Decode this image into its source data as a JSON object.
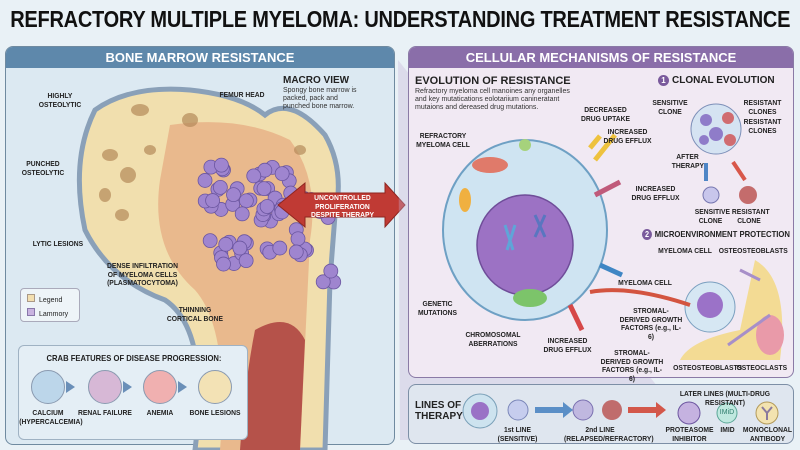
{
  "title": "REFRACTORY MULTIPLE MYELOMA: UNDERSTANDING TREATMENT RESISTANCE",
  "left": {
    "header": "BONE MARROW RESISTANCE",
    "macro_title": "MACRO VIEW",
    "macro_desc": "Spongy bone marrow is packed, pack and punched bone marrow.",
    "labels": {
      "highly": "HIGHLY OSTEOLYTIC",
      "femur": "FEMUR HEAD",
      "punched": "PUNCHED OSTEOLYTIC",
      "lytic": "LYTIC LESIONS",
      "dense": "DENSE INFILTRATION OF MYELOMA CELLS (PLASMATOCYTOMA)",
      "thinning": "THINNING CORTICAL BONE"
    },
    "arrow": "UNCONTROLLED PROLIFERATION DESPITE THERAPY",
    "legend": [
      {
        "label": "Legend",
        "color": "#f3dfb0"
      },
      {
        "label": "Lammory",
        "color": "#c9b3e0"
      }
    ],
    "crab": {
      "title": "CRAB FEATURES OF DISEASE PROGRESSION:",
      "items": [
        {
          "label": "CALCIUM (HYPERCALCEMIA)",
          "color": "#bcd6ea"
        },
        {
          "label": "RENAL FAILURE",
          "color": "#d7b8d6"
        },
        {
          "label": "ANEMIA",
          "color": "#f0b0b0"
        },
        {
          "label": "BONE LESIONS",
          "color": "#f3e2b5"
        }
      ]
    }
  },
  "right": {
    "header": "CELLULAR MECHANISMS OF RESISTANCE",
    "evo_title": "EVOLUTION OF RESISTANCE",
    "evo_desc": "Refractory myeloma cell manoines any organelles and key mutatications eolotariium canineratant mutaions and dereased drug mutations.",
    "cell_labels": {
      "refractory": "REFRACTORY MYELOMA CELL",
      "uptake": "DECREASED DRUG UPTAKE",
      "efflux1": "INCREASED DRUG EFFLUX",
      "efflux2": "INCREASED DRUG EFFLUX",
      "efflux3": "INCREASED DRUG EFFLUX",
      "genetic": "GENETIC MUTATIONS",
      "chromo": "CHROMOSOMAL ABERRATIONS"
    },
    "clonal": {
      "num": "1",
      "title": "CLONAL EVOLUTION",
      "sensitive": "SENSITIVE CLONE",
      "resistant1": "RESISTANT CLONES",
      "resistant2": "RESISTANT CLONES",
      "after": "AFTER THERAPY",
      "sens_out": "SENSITIVE CLONE",
      "res_out": "RESISTANT CLONE"
    },
    "micro": {
      "num": "2",
      "title": "MICROENVIRONMENT PROTECTION",
      "myeloma1": "MYELOMA CELL",
      "myeloma2": "MYELOMA CELL",
      "osteo1": "OSTEOSTEOBLASTS",
      "stromal1": "STROMAL-DERIVED GROWTH FACTORS (e.g., IL-6)",
      "stromal2": "STROMAL-DERIVED GROWTH FACTORS (e.g., IL-6)",
      "osteo2": "OSTEOSTEOBLASTS",
      "osteoclasts": "OSTEOCLASTS"
    }
  },
  "therapy": {
    "title": "LINES OF THERAPY",
    "first": "1st LINE (SENSITIVE)",
    "second": "2nd LINE (RELAPSED/REFRACTORY)",
    "later": "LATER LINES (MULTI-DRUG RESISTANT)",
    "drugs": [
      {
        "label": "PROTEASOME INHIBITOR"
      },
      {
        "label": "IMID",
        "icon_text": "IMiD"
      },
      {
        "label": "MONOCLONAL ANTIBODY"
      }
    ]
  }
}
